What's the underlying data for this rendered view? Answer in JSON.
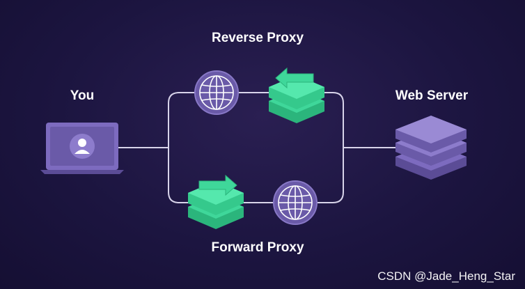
{
  "labels": {
    "reverse_proxy": "Reverse Proxy",
    "you": "You",
    "web_server": "Web Server",
    "forward_proxy": "Forward Proxy"
  },
  "watermark": "CSDN @Jade_Heng_Star",
  "icons": {
    "client": "laptop-user-icon",
    "server": "server-stack-icon",
    "proxy": "green-server-arrow-icon",
    "network": "globe-icon"
  },
  "colors": {
    "background": "#1c1540",
    "device_purple": "#6a5aa8",
    "proxy_green": "#3fd79a",
    "line": "#d8d4ea"
  }
}
